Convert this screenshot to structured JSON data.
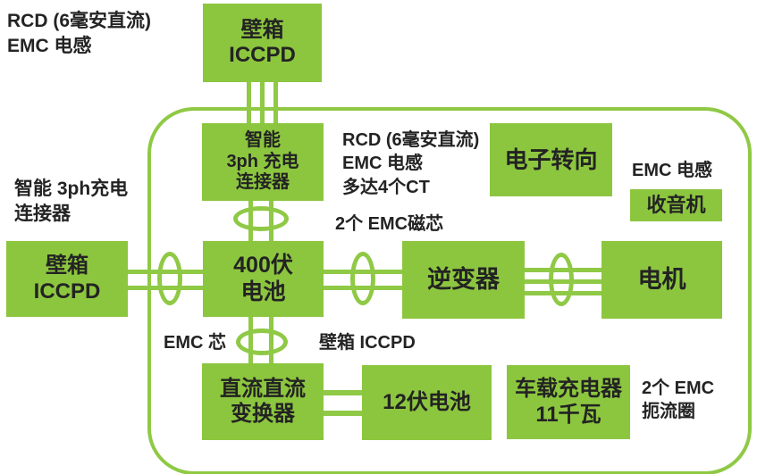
{
  "colors": {
    "box_green": "#8CC63F",
    "line_green": "#8FC945",
    "text": "#232323",
    "background": "#FFFFFF"
  },
  "diagram": {
    "nodes": {
      "wallbox_top": {
        "line1": "壁箱",
        "line2": "ICCPD"
      },
      "smart_connector": {
        "line1": "智能",
        "line2": "3ph 充电",
        "line3": "连接器"
      },
      "steering": {
        "label": "电子转向"
      },
      "radio": {
        "label": "收音机"
      },
      "wallbox_left": {
        "line1": "壁箱",
        "line2": "ICCPD"
      },
      "battery_400": {
        "line1": "400伏",
        "line2": "电池"
      },
      "inverter": {
        "label": "逆变器"
      },
      "motor": {
        "label": "电机"
      },
      "dcdc": {
        "line1": "直流直流",
        "line2": "变换器"
      },
      "battery_12": {
        "label": "12伏电池"
      },
      "obc": {
        "line1": "车载充电器",
        "line2": "11千瓦"
      }
    },
    "annotations": {
      "top_left": {
        "line1": "RCD (6毫安直流)",
        "line2": "EMC 电感"
      },
      "smart_left": {
        "line1": "智能 3ph充电",
        "line2": "连接器"
      },
      "inner_rcd": {
        "line1": "RCD (6毫安直流)",
        "line2": "EMC 电感",
        "line3": "多达4个CT"
      },
      "two_emc_cores": "2个 EMC磁芯",
      "emc_inductor_right": "EMC 电感",
      "emc_core": "EMC 芯",
      "wallbox_mid": "壁箱 ICCPD",
      "two_emc_chokes": {
        "line1": "2个 EMC",
        "line2": "扼流圈"
      }
    }
  }
}
